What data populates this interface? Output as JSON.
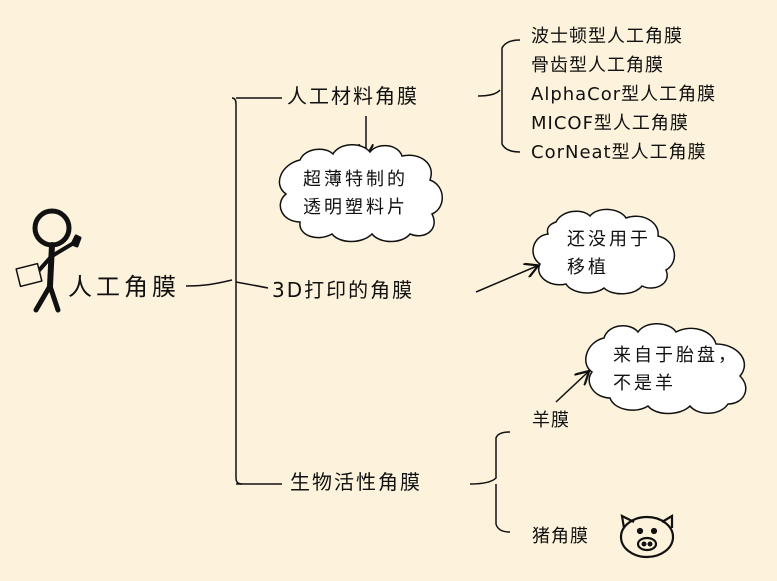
{
  "root": {
    "label": "人工角膜"
  },
  "branches": [
    {
      "label": "人工材料角膜",
      "note": [
        "超薄特制的",
        "透明塑料片"
      ],
      "children": [
        "波士顿型人工角膜",
        "骨齿型人工角膜",
        "AlphaCor型人工角膜",
        "MICOF型人工角膜",
        "CorNeat型人工角膜"
      ]
    },
    {
      "label": "3D打印的角膜",
      "note": [
        "还没用于",
        "移植"
      ]
    },
    {
      "label": "生物活性角膜",
      "children": [
        "羊膜",
        "猪角膜"
      ],
      "note": [
        "来自于胎盘，",
        "不是羊"
      ]
    }
  ],
  "colors": {
    "background": "#fdf3dc",
    "ink": "#111111",
    "cloud_fill": "#ffffff"
  },
  "icons": [
    "stick-figure-icon",
    "pig-face-icon"
  ]
}
